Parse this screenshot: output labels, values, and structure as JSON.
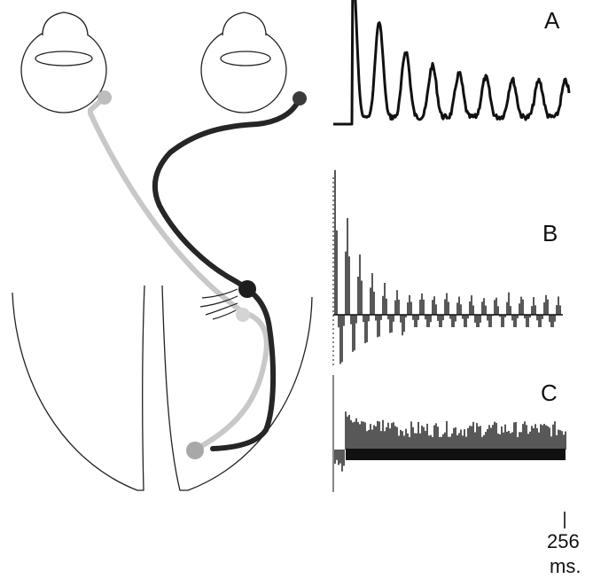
{
  "panels": {
    "a": "A",
    "b": "B",
    "c": "C"
  },
  "scale": {
    "value": "256",
    "unit": "ms."
  },
  "colors": {
    "light_pathway": "#c8c8c8",
    "dark_pathway": "#262626",
    "outline": "#222222",
    "trace": "#111111"
  }
}
